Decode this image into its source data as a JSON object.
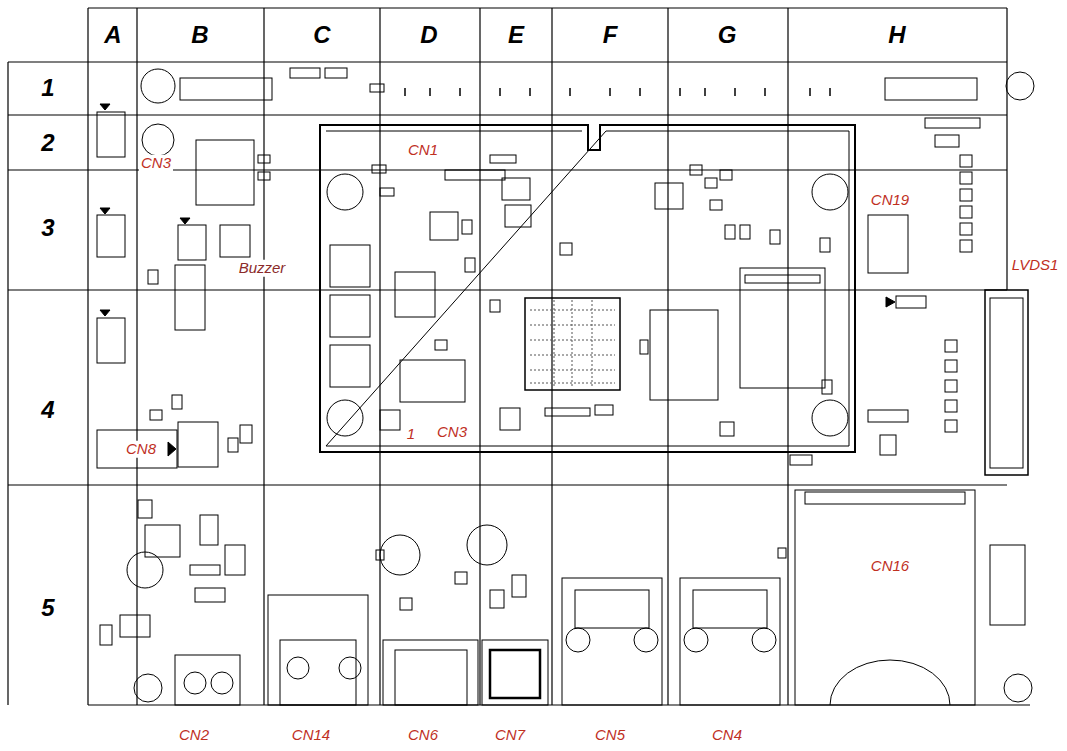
{
  "diagram": {
    "labels": [
      "A",
      "B",
      "C",
      "D",
      "E",
      "F",
      "G",
      "H",
      "1",
      "2",
      "3",
      "4",
      "5",
      "CN1",
      "CN3",
      "CN19",
      "Buzzer",
      "LVDS1",
      "1",
      "CN3",
      "CN8",
      "CN16",
      "CN2",
      "CN14",
      "CN6",
      "CN7",
      "CN5",
      "CN4"
    ]
  }
}
